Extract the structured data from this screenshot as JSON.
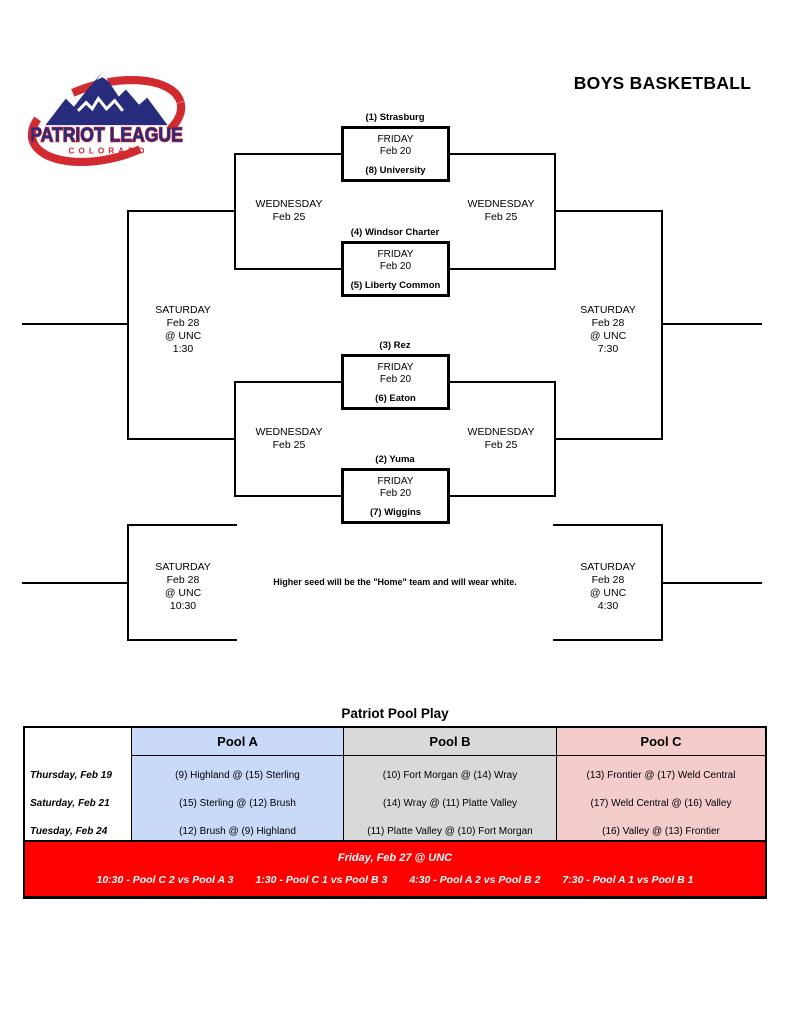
{
  "page": {
    "title": "BOYS BASKETBALL"
  },
  "logo": {
    "name": "PATRIOT LEAGUE",
    "subtitle": "COLORADO"
  },
  "bracket": {
    "games": [
      {
        "top_seed": "(1) Strasburg",
        "day": "FRIDAY",
        "date": "Feb 20",
        "bottom_seed": "(8) University"
      },
      {
        "top_seed": "(4) Windsor Charter",
        "day": "FRIDAY",
        "date": "Feb 20",
        "bottom_seed": "(5) Liberty Common"
      },
      {
        "top_seed": "(3) Rez",
        "day": "FRIDAY",
        "date": "Feb 20",
        "bottom_seed": "(6) Eaton"
      },
      {
        "top_seed": "(2) Yuma",
        "day": "FRIDAY",
        "date": "Feb 20",
        "bottom_seed": "(7) Wiggins"
      }
    ],
    "semifinals": [
      {
        "day": "WEDNESDAY",
        "date": "Feb 25"
      },
      {
        "day": "WEDNESDAY",
        "date": "Feb 25"
      },
      {
        "day": "WEDNESDAY",
        "date": "Feb 25"
      },
      {
        "day": "WEDNESDAY",
        "date": "Feb 25"
      }
    ],
    "finals": [
      {
        "day": "SATURDAY",
        "date": "Feb 28",
        "venue": "@ UNC",
        "time": "1:30"
      },
      {
        "day": "SATURDAY",
        "date": "Feb 28",
        "venue": "@ UNC",
        "time": "7:30"
      },
      {
        "day": "SATURDAY",
        "date": "Feb 28",
        "venue": "@ UNC",
        "time": "10:30"
      },
      {
        "day": "SATURDAY",
        "date": "Feb 28",
        "venue": "@ UNC",
        "time": "4:30"
      }
    ],
    "note": "Higher seed will be the \"Home\" team and will wear white."
  },
  "pool_play": {
    "title": "Patriot Pool Play",
    "columns": [
      {
        "label": "Pool A",
        "color": "#c9daf8"
      },
      {
        "label": "Pool B",
        "color": "#d9d9d9"
      },
      {
        "label": "Pool C",
        "color": "#f4cccc"
      }
    ],
    "rows": [
      {
        "date": "Thursday, Feb 19",
        "games": [
          "(9) Highland @ (15) Sterling",
          "(10) Fort Morgan @ (14) Wray",
          "(13) Frontier @ (17) Weld Central"
        ]
      },
      {
        "date": "Saturday, Feb 21",
        "games": [
          "(15) Sterling @ (12) Brush",
          "(14) Wray @ (11) Platte Valley",
          "(17) Weld Central @ (16) Valley"
        ]
      },
      {
        "date": "Tuesday, Feb 24",
        "games": [
          "(12) Brush @ (9) Highland",
          "(11) Platte Valley @ (10) Fort Morgan",
          "(16) Valley @ (13) Frontier"
        ]
      }
    ],
    "championship": {
      "color": "#ff0000",
      "title": "Friday, Feb 27 @ UNC",
      "games": [
        "10:30 - Pool C 2 vs Pool A 3",
        "1:30 - Pool C 1 vs Pool B 3",
        "4:30 - Pool A 2 vs Pool B 2",
        "7:30 - Pool A 1 vs Pool B 1"
      ]
    }
  }
}
